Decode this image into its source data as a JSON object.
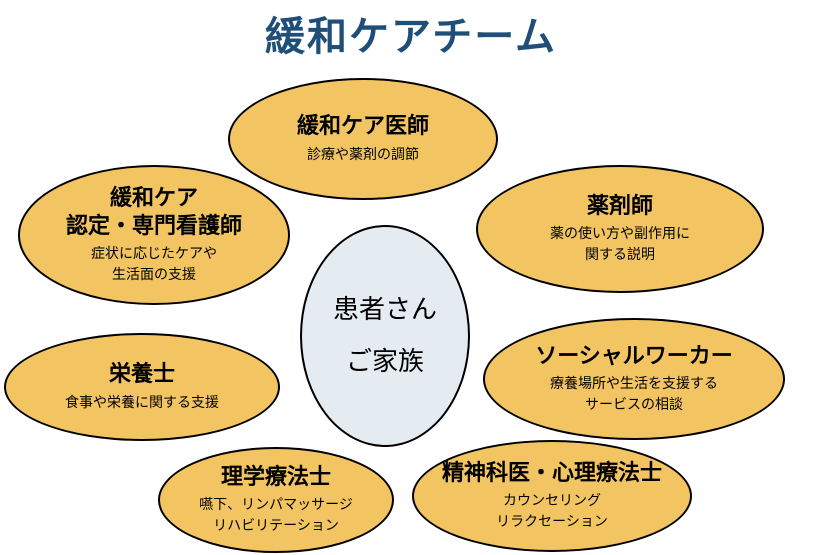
{
  "title": "緩和ケアチーム",
  "center": {
    "line1": "患者さん",
    "line2": "ご家族"
  },
  "roles": {
    "physician": {
      "name": "緩和ケア医師",
      "desc": "診療や薬剤の調節"
    },
    "nurse": {
      "name": "緩和ケア\n認定・専門看護師",
      "desc": "症状に応じたケアや\n生活面の支援"
    },
    "pharmacist": {
      "name": "薬剤師",
      "desc": "薬の使い方や副作用に\n関する説明"
    },
    "dietitian": {
      "name": "栄養士",
      "desc": "食事や栄養に関する支援"
    },
    "social": {
      "name": "ソーシャルワーカー",
      "desc": "療養場所や生活を支援する\nサービスの相談"
    },
    "pt": {
      "name": "理学療法士",
      "desc": "嚥下、リンパマッサージ\nリハビリテーション"
    },
    "psych": {
      "name": "精神科医・心理療法士",
      "desc": "カウンセリング\nリラクセーション"
    }
  },
  "colors": {
    "title": "#1f4e79",
    "role_fill": "#f2c462",
    "center_fill": "#e4ebf1"
  }
}
